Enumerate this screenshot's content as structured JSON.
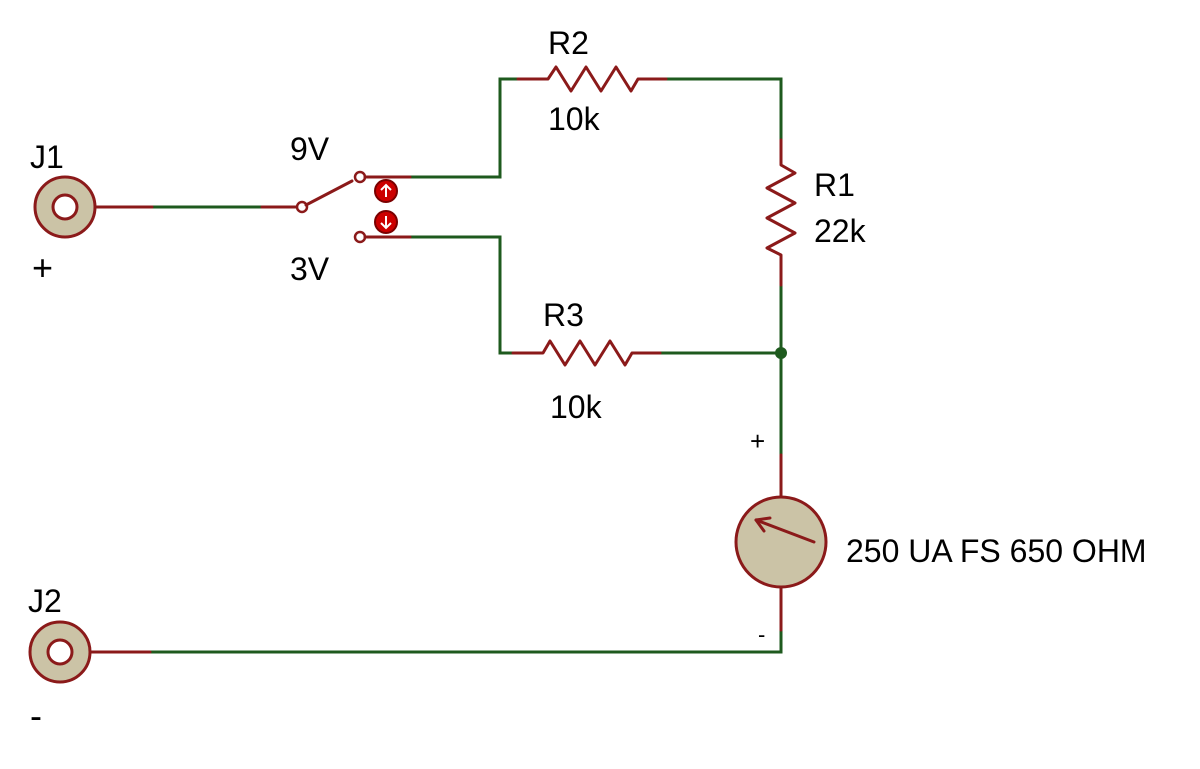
{
  "components": {
    "j1": {
      "ref": "J1",
      "polarity": "+"
    },
    "j2": {
      "ref": "J2",
      "polarity": "-"
    },
    "switch": {
      "pos_upper": "9V",
      "pos_lower": "3V"
    },
    "r1": {
      "ref": "R1",
      "value": "22k"
    },
    "r2": {
      "ref": "R2",
      "value": "10k"
    },
    "r3": {
      "ref": "R3",
      "value": "10k"
    },
    "meter": {
      "label": "250 UA FS 650 OHM",
      "plus": "+",
      "minus": "-"
    }
  },
  "colors": {
    "wire": "#1e5a1e",
    "component": "#8b1a1a",
    "body_fill": "#cbc3a6",
    "switch_button": "#cc0000"
  },
  "icons": {
    "switch_up": "arrow-up-icon",
    "switch_down": "arrow-down-icon"
  }
}
